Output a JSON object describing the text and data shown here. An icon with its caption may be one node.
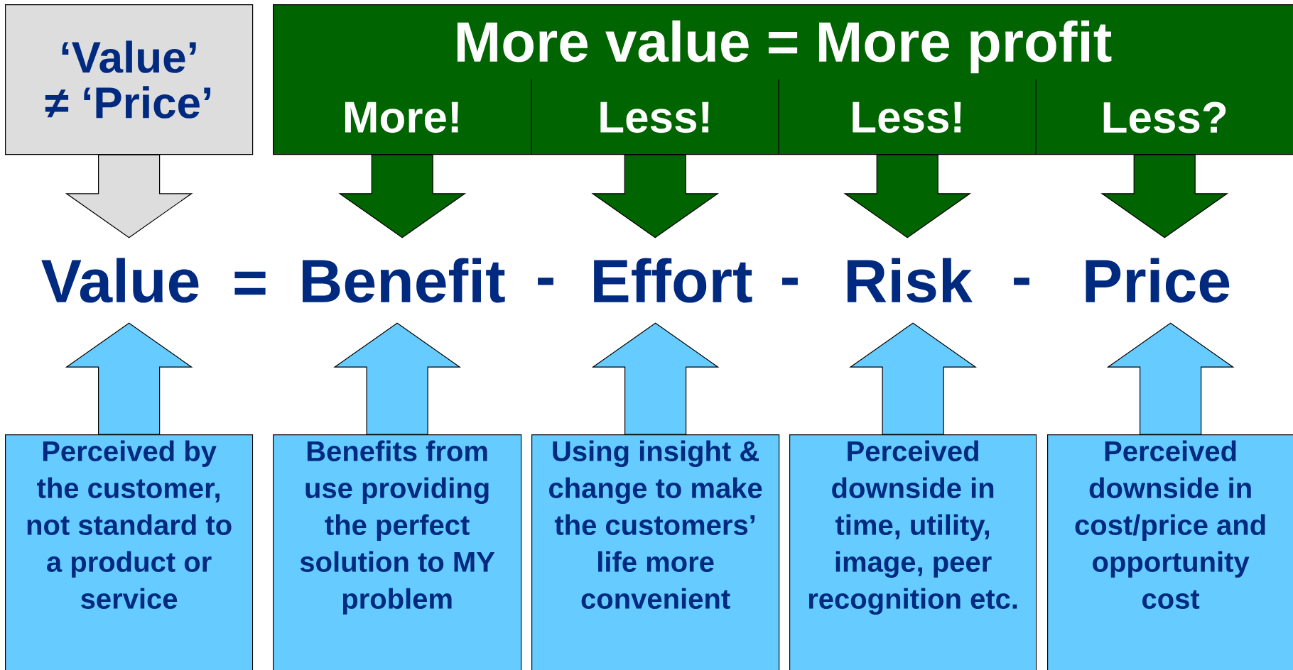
{
  "diagram": {
    "nodes": [
      {
        "text": [
          "‘Value’ ≠ ‘Price’"
        ]
      },
      {
        "text": [
          "More value = More profit"
        ]
      },
      {
        "text": [
          "More!"
        ],
        "in": 1
      },
      {
        "text": [
          "Less!"
        ],
        "in": 1
      },
      {
        "text": [
          "Less!"
        ],
        "in": 1
      },
      {
        "text": [
          "Less?"
        ],
        "in": 1
      },
      {
        "text": [
          "Value"
        ]
      },
      {
        "text": [
          "Benefit"
        ]
      },
      {
        "text": [
          "Effort"
        ]
      },
      {
        "text": [
          "Risk"
        ]
      },
      {
        "text": [
          "Price"
        ]
      },
      {
        "text": [
          "Perceived by the customer, not standard to a product or service"
        ]
      },
      {
        "text": [
          "Benefits from use providing the perfect solution to MY problem"
        ]
      },
      {
        "text": [
          "Using insight & change to make the customers’ life more convenient"
        ]
      },
      {
        "text": [
          "Perceived downside in time, utility, image, peer recognition etc."
        ]
      },
      {
        "text": [
          "Perceived downside in cost/price and opportunity cost"
        ]
      }
    ],
    "edges": [
      {
        "from": 0,
        "to": 6,
        "arrow": "to"
      },
      {
        "from": 2,
        "to": 7,
        "arrow": "to"
      },
      {
        "from": 3,
        "to": 8,
        "arrow": "to"
      },
      {
        "from": 4,
        "to": 9,
        "arrow": "to"
      },
      {
        "from": 5,
        "to": 10,
        "arrow": "to"
      },
      {
        "from": 11,
        "to": 6,
        "arrow": "to"
      },
      {
        "from": 12,
        "to": 7,
        "arrow": "to"
      },
      {
        "from": 13,
        "to": 8,
        "arrow": "to"
      },
      {
        "from": 14,
        "to": 9,
        "arrow": "to"
      },
      {
        "from": 15,
        "to": 10,
        "arrow": "to"
      }
    ],
    "labels": [
      "=",
      "-",
      "-",
      "-"
    ]
  }
}
